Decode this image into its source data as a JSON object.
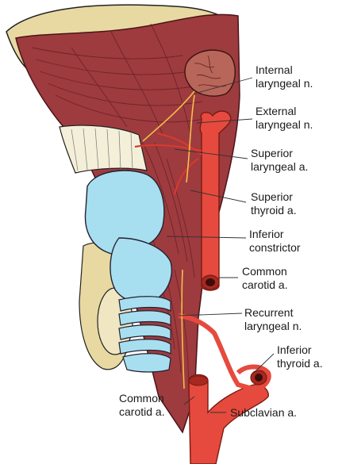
{
  "labels": {
    "internal_laryngeal": {
      "line1": "Internal",
      "line2": "laryngeal n."
    },
    "external_laryngeal": {
      "line1": "External",
      "line2": "laryngeal n."
    },
    "superior_laryngeal_a": {
      "line1": "Superior",
      "line2": "laryngeal a."
    },
    "superior_thyroid_a": {
      "line1": "Superior",
      "line2": "thyroid a."
    },
    "inferior_constrictor": {
      "line1": "Inferior",
      "line2": "constrictor"
    },
    "common_carotid_right": {
      "line1": "Common",
      "line2": "carotid a."
    },
    "recurrent_laryngeal": {
      "line1": "Recurrent",
      "line2": "laryngeal n."
    },
    "inferior_thyroid_a": {
      "line1": "Inferior",
      "line2": "thyroid a."
    },
    "common_carotid_left": {
      "line1": "Common",
      "line2": "carotid a."
    },
    "subclavian_a": {
      "line1": "Subclavian a."
    }
  },
  "colors": {
    "muscle": "#9e3b3f",
    "muscle_dark": "#6e2228",
    "cartilage": "#a8dff0",
    "artery": "#e64a3e",
    "artery_dark": "#a8281f",
    "gland": "#b8655a",
    "bone": "#e8d9a2",
    "tendon": "#f4efd8",
    "nerve": "#f2c04a",
    "leader": "#333333"
  }
}
